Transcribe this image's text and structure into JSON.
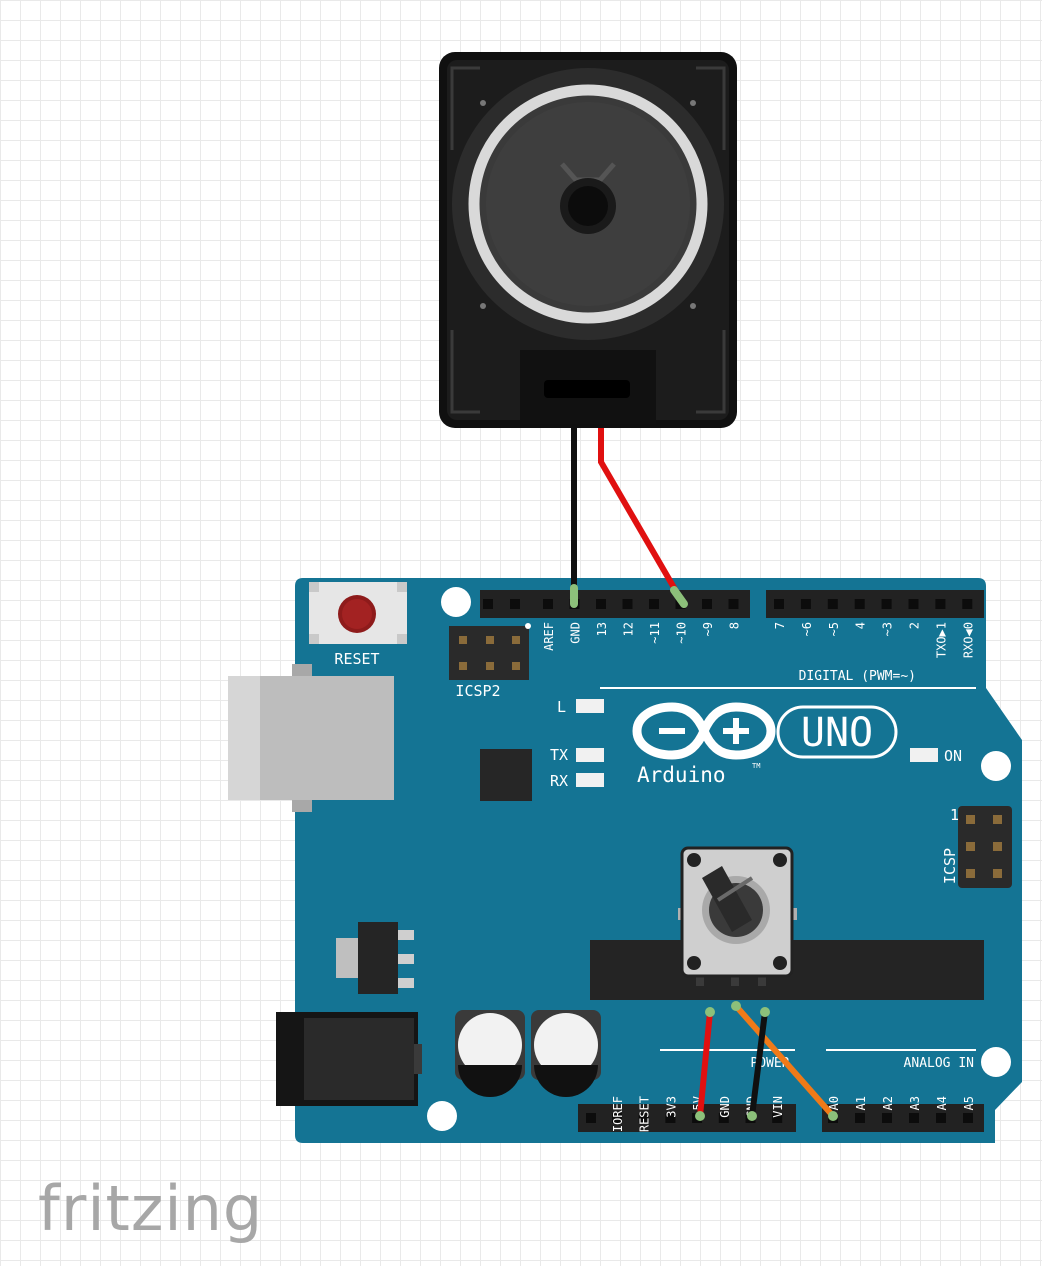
{
  "board": {
    "reset_label": "RESET",
    "icsp2_label": "ICSP2",
    "icsp_label": "ICSP",
    "icsp_pin1_label": "1",
    "digital_label": "DIGITAL (PWM=~)",
    "led_l": "L",
    "led_tx": "TX",
    "led_rx": "RX",
    "led_on": "ON",
    "logo_model": "UNO",
    "logo_brand": "Arduino",
    "logo_tm": "TM",
    "analog_label": "ANALOG IN",
    "power_label": "POWER",
    "digital_pins_left": [
      "AREF",
      "GND",
      "13",
      "12",
      "~11",
      "~10",
      "~9",
      "8"
    ],
    "digital_pins_right": [
      "7",
      "~6",
      "~5",
      "4",
      "~3",
      "2",
      "TXO▶1",
      "RXO◀0"
    ],
    "power_pins": [
      "IOREF",
      "RESET",
      "3V3",
      "5V",
      "GND",
      "GND",
      "VIN"
    ],
    "analog_pins": [
      "A0",
      "A1",
      "A2",
      "A3",
      "A4",
      "A5"
    ]
  },
  "colors": {
    "board": "#147494",
    "wire_red": "#e01010",
    "wire_black": "#101010",
    "wire_orange": "#f07a18",
    "pin_connected": "#8cc07a"
  },
  "brand": {
    "name": "fritzing"
  }
}
